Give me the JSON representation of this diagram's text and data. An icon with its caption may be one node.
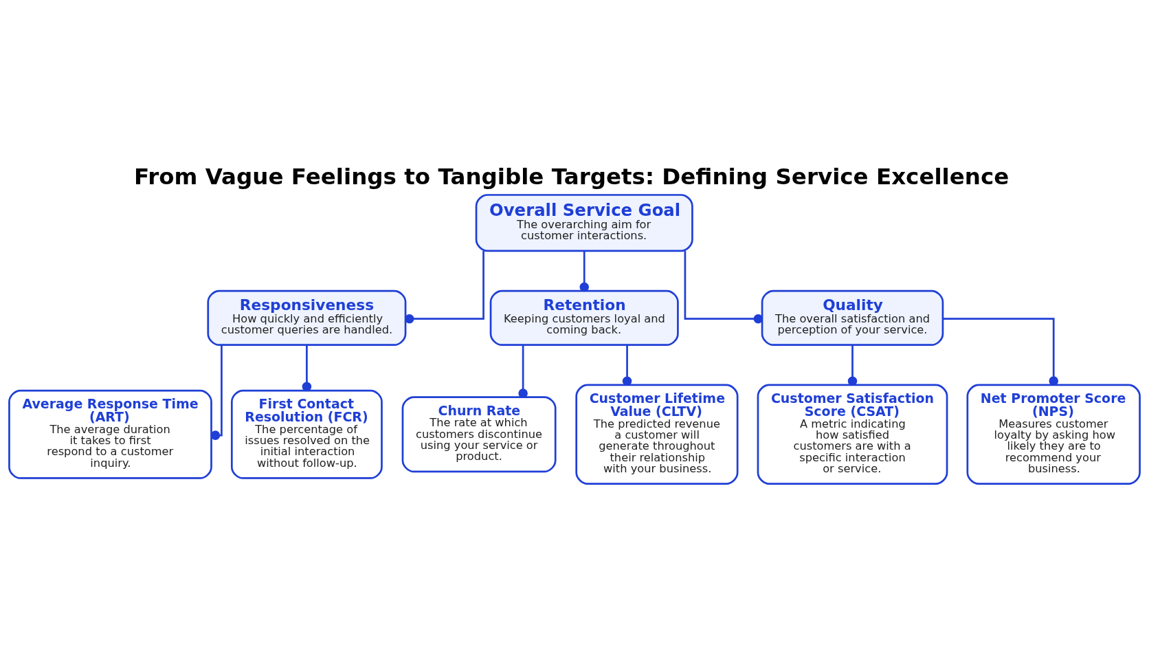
{
  "diagram": {
    "title": "From Vague Feelings to Tangible Targets: Defining Service Excellence",
    "nodes": [
      {
        "text": [
          "Overall Service Goal",
          "The overarching aim for customer interactions."
        ]
      },
      {
        "text": [
          "Responsiveness",
          "How quickly and efficiently customer queries are handled."
        ]
      },
      {
        "text": [
          "Retention",
          "Keeping customers loyal and coming back."
        ]
      },
      {
        "text": [
          "Quality",
          "The overall satisfaction and perception of your service."
        ]
      },
      {
        "text": [
          "Average Response Time (ART)",
          "The average duration it takes to first respond to a customer inquiry."
        ]
      },
      {
        "text": [
          "First Contact Resolution (FCR)",
          "The percentage of issues resolved on the initial interaction without follow-up."
        ]
      },
      {
        "text": [
          "Churn Rate",
          "The rate at which customers discontinue using your service or product."
        ]
      },
      {
        "text": [
          "Customer Lifetime Value (CLTV)",
          "The predicted revenue a customer will generate throughout their relationship with your business."
        ]
      },
      {
        "text": [
          "Customer Satisfaction Score (CSAT)",
          "A metric indicating how satisfied customers are with a specific interaction or service."
        ]
      },
      {
        "text": [
          "Net Promoter Score (NPS)",
          "Measures customer loyalty by asking how likely they are to recommend your business."
        ]
      }
    ],
    "edges": [
      {
        "from": 0,
        "to": 1,
        "arrow": "other"
      },
      {
        "from": 0,
        "to": 2,
        "arrow": "other"
      },
      {
        "from": 0,
        "to": 3,
        "arrow": "other"
      },
      {
        "from": 1,
        "to": 4,
        "arrow": "other"
      },
      {
        "from": 1,
        "to": 5,
        "arrow": "other"
      },
      {
        "from": 2,
        "to": 6,
        "arrow": "other"
      },
      {
        "from": 2,
        "to": 7,
        "arrow": "other"
      },
      {
        "from": 3,
        "to": 8,
        "arrow": "other"
      },
      {
        "from": 3,
        "to": 9,
        "arrow": "other"
      }
    ]
  }
}
